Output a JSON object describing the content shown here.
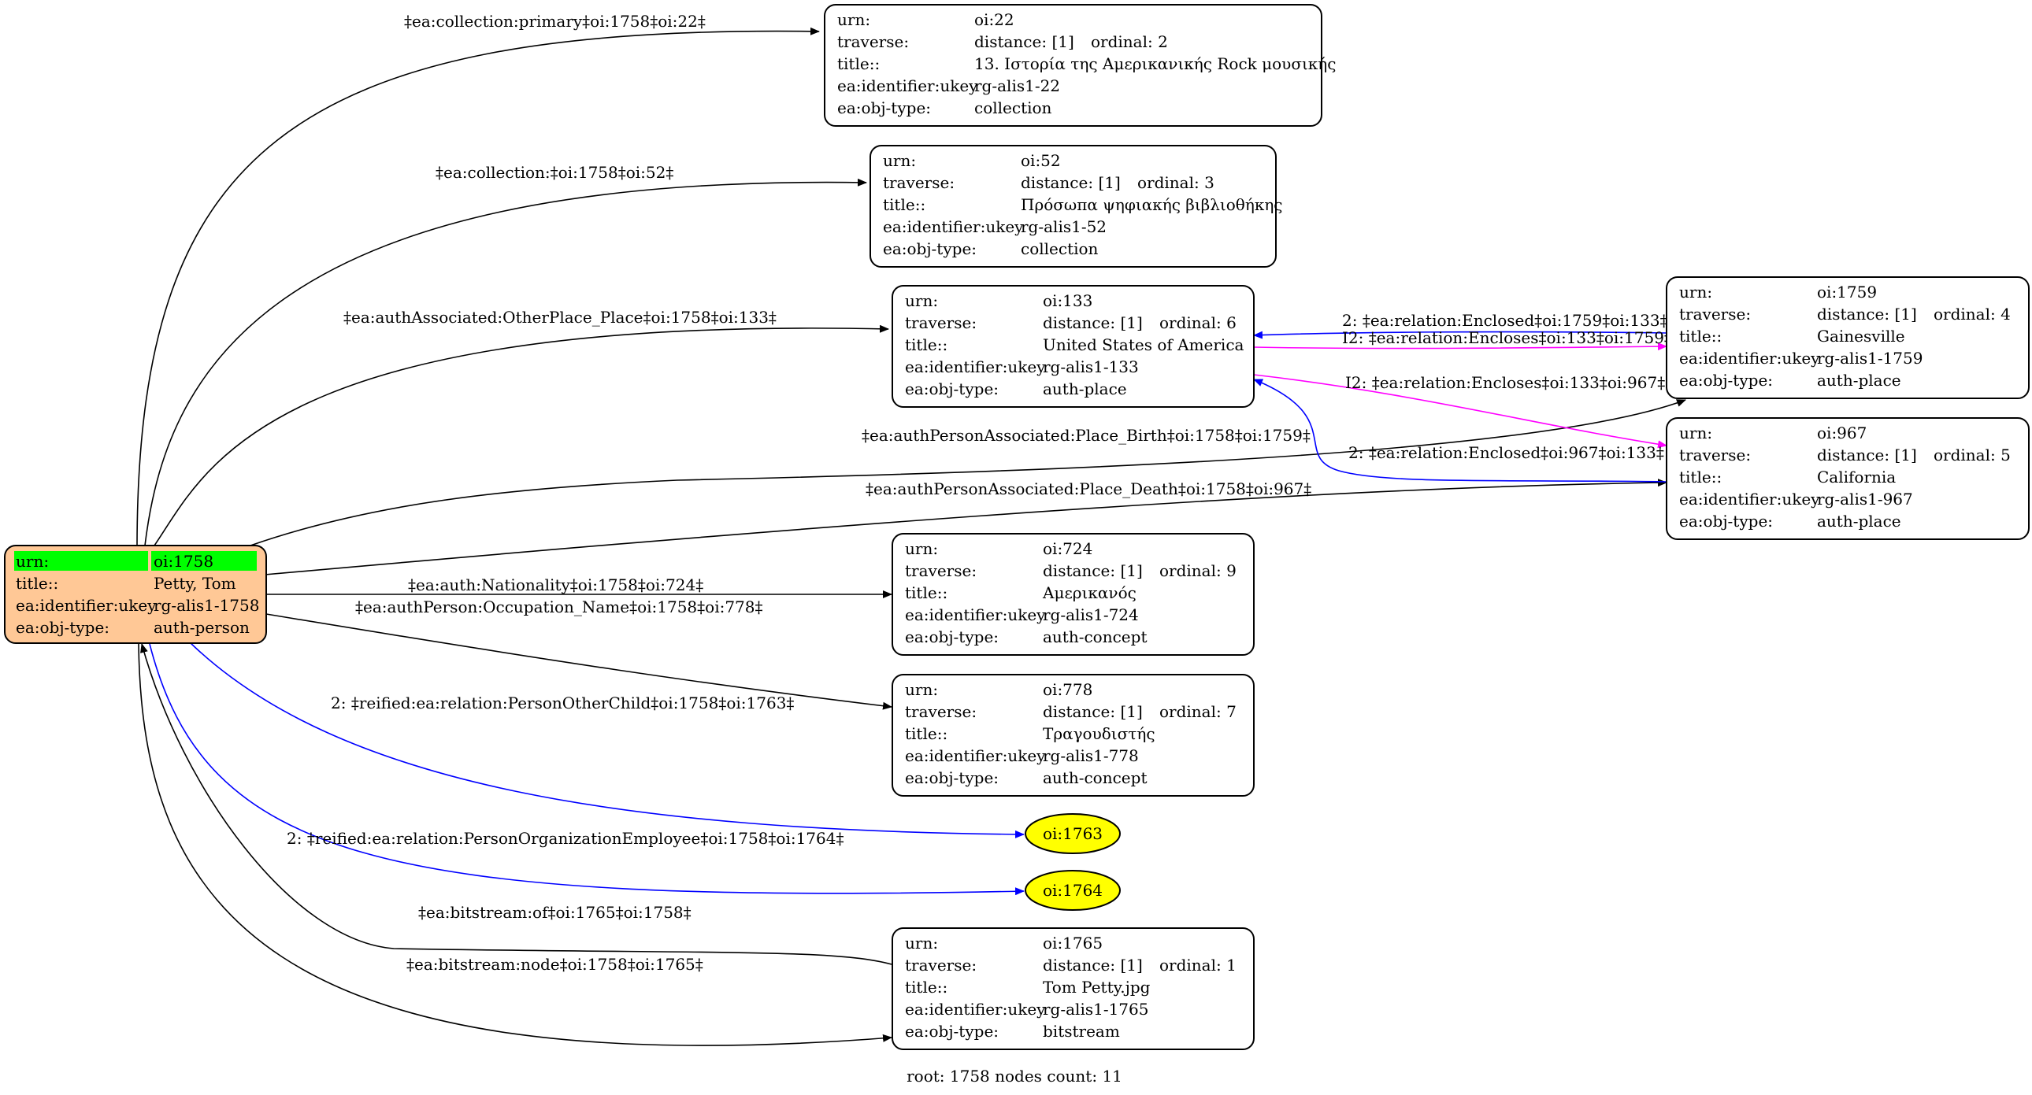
{
  "colors": {
    "root_fill": "#ffc896",
    "highlight": "#00ff00",
    "leaf_fill": "#ffff00",
    "edge_default": "#000000",
    "edge_blue": "#0000ff",
    "edge_magenta": "#ff00ff"
  },
  "root": {
    "rows": [
      {
        "key": "urn:",
        "value": "oi:1758"
      },
      {
        "key": "title::",
        "value": "Petty, Tom"
      },
      {
        "key": "ea:identifier:ukey",
        "value": "rg-alis1-1758"
      },
      {
        "key": "ea:obj-type:",
        "value": "auth-person"
      }
    ]
  },
  "nodes": [
    {
      "id": "n22",
      "rows": [
        {
          "key": "urn:",
          "value": "oi:22"
        },
        {
          "key": "traverse:",
          "value": "distance: [1]",
          "extra": "ordinal: 2"
        },
        {
          "key": "title::",
          "value": "13. Ιστορία της Αμερικανικής Rock μουσικής"
        },
        {
          "key": "ea:identifier:ukey",
          "value": "rg-alis1-22"
        },
        {
          "key": "ea:obj-type:",
          "value": "collection"
        }
      ]
    },
    {
      "id": "n52",
      "rows": [
        {
          "key": "urn:",
          "value": "oi:52"
        },
        {
          "key": "traverse:",
          "value": "distance: [1]",
          "extra": "ordinal: 3"
        },
        {
          "key": "title::",
          "value": "Πρόσωπα ψηφιακής βιβλιοθήκης"
        },
        {
          "key": "ea:identifier:ukey",
          "value": "rg-alis1-52"
        },
        {
          "key": "ea:obj-type:",
          "value": "collection"
        }
      ]
    },
    {
      "id": "n133",
      "rows": [
        {
          "key": "urn:",
          "value": "oi:133"
        },
        {
          "key": "traverse:",
          "value": "distance: [1]",
          "extra": "ordinal: 6"
        },
        {
          "key": "title::",
          "value": "United States of America"
        },
        {
          "key": "ea:identifier:ukey",
          "value": "rg-alis1-133"
        },
        {
          "key": "ea:obj-type:",
          "value": "auth-place"
        }
      ]
    },
    {
      "id": "n1759",
      "rows": [
        {
          "key": "urn:",
          "value": "oi:1759"
        },
        {
          "key": "traverse:",
          "value": "distance: [1]",
          "extra": "ordinal: 4"
        },
        {
          "key": "title::",
          "value": "Gainesville"
        },
        {
          "key": "ea:identifier:ukey",
          "value": "rg-alis1-1759"
        },
        {
          "key": "ea:obj-type:",
          "value": "auth-place"
        }
      ]
    },
    {
      "id": "n967",
      "rows": [
        {
          "key": "urn:",
          "value": "oi:967"
        },
        {
          "key": "traverse:",
          "value": "distance: [1]",
          "extra": "ordinal: 5"
        },
        {
          "key": "title::",
          "value": "California"
        },
        {
          "key": "ea:identifier:ukey",
          "value": "rg-alis1-967"
        },
        {
          "key": "ea:obj-type:",
          "value": "auth-place"
        }
      ]
    },
    {
      "id": "n724",
      "rows": [
        {
          "key": "urn:",
          "value": "oi:724"
        },
        {
          "key": "traverse:",
          "value": "distance: [1]",
          "extra": "ordinal: 9"
        },
        {
          "key": "title::",
          "value": "Αμερικανός"
        },
        {
          "key": "ea:identifier:ukey",
          "value": "rg-alis1-724"
        },
        {
          "key": "ea:obj-type:",
          "value": "auth-concept"
        }
      ]
    },
    {
      "id": "n778",
      "rows": [
        {
          "key": "urn:",
          "value": "oi:778"
        },
        {
          "key": "traverse:",
          "value": "distance: [1]",
          "extra": "ordinal: 7"
        },
        {
          "key": "title::",
          "value": "Τραγουδιστής"
        },
        {
          "key": "ea:identifier:ukey",
          "value": "rg-alis1-778"
        },
        {
          "key": "ea:obj-type:",
          "value": "auth-concept"
        }
      ]
    },
    {
      "id": "n1765",
      "rows": [
        {
          "key": "urn:",
          "value": "oi:1765"
        },
        {
          "key": "traverse:",
          "value": "distance: [1]",
          "extra": "ordinal: 1"
        },
        {
          "key": "title::",
          "value": "Tom Petty.jpg"
        },
        {
          "key": "ea:identifier:ukey",
          "value": "rg-alis1-1765"
        },
        {
          "key": "ea:obj-type:",
          "value": "bitstream"
        }
      ]
    }
  ],
  "leaves": [
    {
      "id": "l1763",
      "label": "oi:1763"
    },
    {
      "id": "l1764",
      "label": "oi:1764"
    }
  ],
  "edge_labels": {
    "e22": "‡ea:collection:primary‡oi:1758‡oi:22‡",
    "e52": "‡ea:collection:‡oi:1758‡oi:52‡",
    "e133": "‡ea:authAssociated:OtherPlace_Place‡oi:1758‡oi:133‡",
    "e1759": "‡ea:authPersonAssociated:Place_Birth‡oi:1758‡oi:1759‡",
    "e967": "‡ea:authPersonAssociated:Place_Death‡oi:1758‡oi:967‡",
    "e724": "‡ea:auth:Nationality‡oi:1758‡oi:724‡",
    "e778": "‡ea:authPerson:Occupation_Name‡oi:1758‡oi:778‡",
    "e1763": "2: ‡reified:ea:relation:PersonOtherChild‡oi:1758‡oi:1763‡",
    "e1764": "2: ‡reified:ea:relation:PersonOrganizationEmployee‡oi:1758‡oi:1764‡",
    "e_bs_of": "‡ea:bitstream:of‡oi:1765‡oi:1758‡",
    "e_bs_node": "‡ea:bitstream:node‡oi:1758‡oi:1765‡",
    "e_1759_133": "2: ‡ea:relation:Enclosed‡oi:1759‡oi:133‡",
    "e_133_1759": "I2: ‡ea:relation:Encloses‡oi:133‡oi:1759‡",
    "e_133_967": "I2: ‡ea:relation:Encloses‡oi:133‡oi:967‡",
    "e_967_133": "2: ‡ea:relation:Enclosed‡oi:967‡oi:133‡"
  },
  "footer": "root: 1758 nodes count: 11"
}
